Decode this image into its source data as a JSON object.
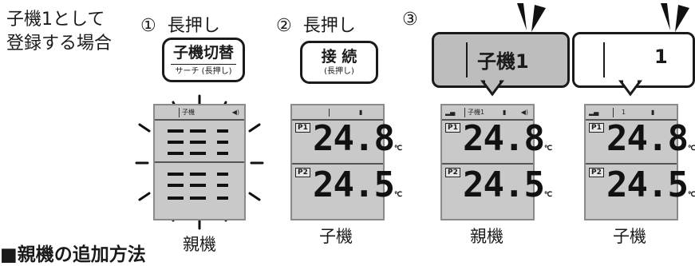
{
  "intro": {
    "line1": "子機1として",
    "line2": "登録する場合"
  },
  "steps": [
    {
      "number": "①",
      "label": "長押し"
    },
    {
      "number": "②",
      "label": "長押し"
    },
    {
      "number": "③"
    }
  ],
  "buttons": {
    "switch": {
      "main": "子機切替",
      "sub": "サーチ (長押し)"
    },
    "connect": {
      "main": "接 続",
      "sub": "(長押し)"
    }
  },
  "displays": {
    "parent_blink": {
      "caption": "親機",
      "header": "子機"
    },
    "child_step2": {
      "caption": "子機",
      "p1": "P1",
      "p2": "P2",
      "t1": "24.8",
      "t2": "24.5",
      "unit": "℃"
    },
    "parent_step3": {
      "caption": "親機",
      "header": "子機1",
      "p1": "P1",
      "p2": "P2",
      "t1": "24.8",
      "t2": "24.5",
      "unit": "℃"
    },
    "child_step3": {
      "caption": "子機",
      "header": "1",
      "p1": "P1",
      "p2": "P2",
      "t1": "24.8",
      "t2": "24.5",
      "unit": "℃"
    }
  },
  "callouts": {
    "parent": "子機1",
    "child": "1"
  },
  "footer_heading": "■親機の追加方法"
}
